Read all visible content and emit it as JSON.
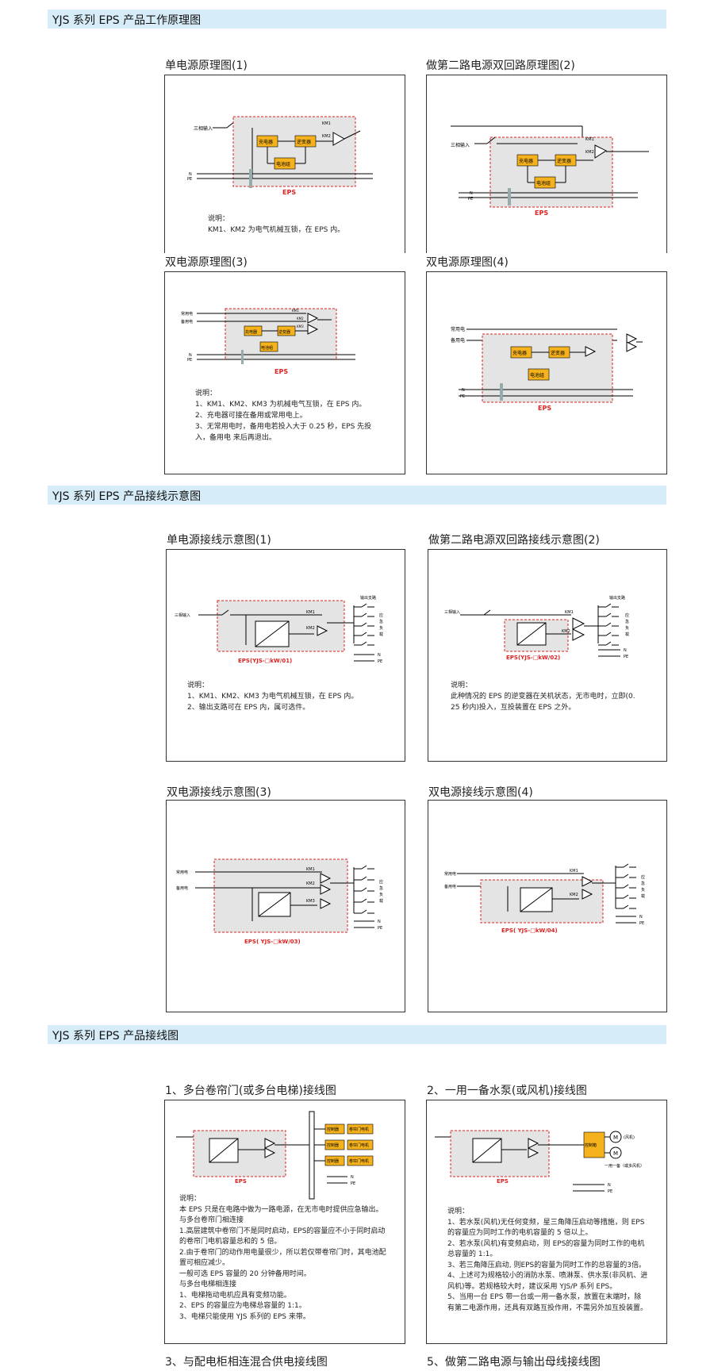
{
  "sections": [
    {
      "title": "YJS 系列 EPS 产品工作原理图"
    },
    {
      "title": "YJS 系列 EPS 产品接线示意图"
    },
    {
      "title": "YJS 系列 EPS 产品接线图"
    }
  ],
  "principle": {
    "p1": {
      "caption": "单电源原理图(1)",
      "input": "三相输入",
      "km1": "KM1",
      "km2": "KM2",
      "charger": "充电器",
      "inverter": "逆变器",
      "battery": "电池组",
      "n": "N",
      "pe": "PE",
      "eps": "EPS",
      "notes": [
        "说明：",
        "KM1、KM2 为电气机械互锁，在 EPS 内。"
      ]
    },
    "p2": {
      "caption": "做第二路电源双回路原理图(2)",
      "input": "三相输入",
      "km1": "KM1",
      "km2": "KM2",
      "charger": "充电器",
      "inverter": "逆变器",
      "battery": "电池组",
      "n": "N",
      "pe": "PE",
      "eps": "EPS"
    },
    "p3": {
      "caption": "双电源原理图(3)",
      "main": "常用电",
      "backup": "备用电",
      "km1": "KM1",
      "km2": "KM2",
      "km3": "KM3",
      "charger": "充电器",
      "inverter": "逆变器",
      "battery": "电池组",
      "n": "N",
      "pe": "PE",
      "eps": "EPS",
      "notes": [
        "说明：",
        "1、KM1、KM2、KM3 为机械电气互锁，在 EPS 内。",
        "2、充电器可接在备用或常用电上。",
        "3、无常用电时，备用电若投入大于 0.25 秒，EPS 先投",
        "入，备用电 来后再退出。"
      ]
    },
    "p4": {
      "caption": "双电源原理图(4)",
      "main": "常用电",
      "backup": "备用电",
      "charger": "充电器",
      "inverter": "逆变器",
      "battery": "电池组",
      "n": "N",
      "pe": "PE",
      "eps": "EPS"
    }
  },
  "wiring": {
    "w1": {
      "caption": "单电源接线示意图(1)",
      "input": "三相输入",
      "km1": "KM1",
      "km2": "KM2",
      "out": "输出支路",
      "load": [
        "应",
        "急",
        "负",
        "载"
      ],
      "n": "N",
      "pe": "PE",
      "eps": "EPS(YJS-□kW/01)",
      "notes": [
        "说明：",
        "1、KM1、KM2、KM3 为电气机械互锁，在 EPS 内。",
        "2、输出支路可在 EPS 内，属可选件。"
      ]
    },
    "w2": {
      "caption": "做第二路电源双回路接线示意图(2)",
      "input": "三相输入",
      "km1": "KM1",
      "km2": "KM2",
      "out": "输出支路",
      "load": [
        "应",
        "急",
        "负",
        "载"
      ],
      "n": "N",
      "pe": "PE",
      "eps": "EPS(YJS-□kW/02)",
      "notes": [
        "说明：",
        "此种情况的 EPS 的逆变器在关机状态，无市电时，立即(0.",
        "25 秒内)投入，互投装置在 EPS 之外。"
      ]
    },
    "w3": {
      "caption": "双电源接线示意图(3)",
      "main": "常用电",
      "backup": "备用电",
      "km1": "KM1",
      "km2": "KM2",
      "km3": "KM3",
      "load": [
        "应",
        "急",
        "负",
        "载"
      ],
      "n": "N",
      "pe": "PE",
      "eps": "EPS( YJS-□kW/03)"
    },
    "w4": {
      "caption": "双电源接线示意图(4)",
      "main": "常用电",
      "backup": "备用电",
      "km1": "KM1",
      "km2": "KM2",
      "load": [
        "应",
        "急",
        "负",
        "载"
      ],
      "n": "N",
      "pe": "PE",
      "eps": "EPS( YJS-□kW/04)"
    }
  },
  "product": {
    "c1": {
      "caption": "1、多台卷帘门(或多台电梯)接线图",
      "eps": "EPS",
      "ctrl": "控制器",
      "door": "卷帘门电机",
      "n": "N",
      "pe": "PE",
      "notes": [
        "说明：",
        "本 EPS 只是在电路中做为一路电源，在无市电时提供应急输出。",
        "与多台卷帘门相连接",
        "1.高层建筑中卷帘门不是同时启动，EPS的容量应不小于同时启动",
        "的卷帘门电机容量总和的 5 倍。",
        "2.由于卷帘门的动作用电量很少，所以若仅带卷帘门时，其电池配",
        "置可相应减少。",
        "一般可选 EPS 容量的 20 分钟备用时间。",
        "与多台电梯相连接",
        "1、电梯拖动电机应具有变频功能。",
        "2、EPS 的容量应为电梯总容量的 1:1。",
        "3、电梯只能使用 YJS 系列的 EPS 来带。"
      ]
    },
    "c2": {
      "caption": "2、一用一备水泵(或风机)接线图",
      "eps": "EPS",
      "ctrl": "控制箱",
      "m": "M",
      "fan": "(风机)",
      "pair": "一用一备（或多风机）",
      "n": "N",
      "pe": "PE",
      "notes": [
        "说明：",
        "1、若水泵(风机)无任何变频，星三角降压启动等措施，则 EPS",
        "的容量应为同时工作的电机容量的 5 倍以上。",
        "2、若水泵(风机)有变频启动，则 EPS的容量为同时工作的电机",
        "总容量的 1:1。",
        "3、若三角降压启动, 则EPS的容量为同时工作的总容量的3倍。",
        "4、上述可为规格较小的消防水泵、喷淋泵、供水泵(非风机、进",
        "风机)等。若规格较大时，建议采用 YJS/P 系列 EPS。",
        "5、当用一台 EPS 带一台或一用一备水泵，放置在末端时，除",
        "有第二电源作用，还具有双路互投作用，不需另外加互投装置。"
      ]
    },
    "c3": {
      "caption": "3、与配电柜相连混合供电接线图"
    },
    "c5": {
      "caption": "5、做第二路电源与输出母线接线图"
    }
  }
}
